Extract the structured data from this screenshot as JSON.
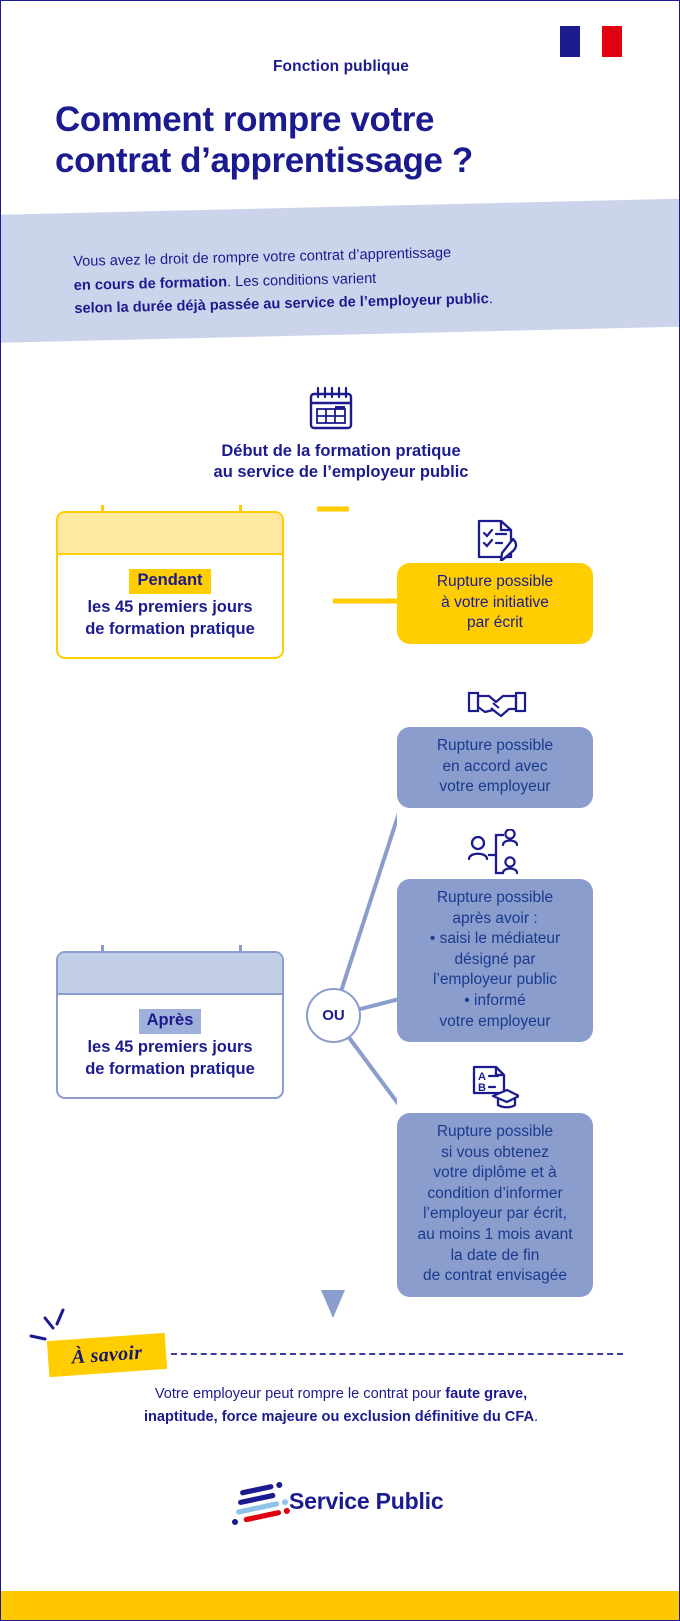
{
  "header": {
    "logo_alt": "marianne-french-republic-logo",
    "eyebrow": "Fonction publique",
    "title_line1": "Comment rompre votre",
    "title_line2": "contrat d’apprentissage ?"
  },
  "intro": {
    "line1": "Vous avez le droit de rompre votre contrat d’apprentissage",
    "line2_bold": "en cours de formation",
    "line2_rest": ". Les conditions varient",
    "line3_bold": "selon la durée déjà passée au service de l’employeur public",
    "line3_rest": "."
  },
  "timeline": {
    "start_icon": "calendar-icon",
    "start_title_line1": "Début de la formation pratique",
    "start_title_line2": "au service de l’employeur public",
    "junction_label": "OU"
  },
  "periods": [
    {
      "tag": "Pendant",
      "line1": "les 45 premiers jours",
      "line2": "de formation pratique",
      "accent": "#ffcd00"
    },
    {
      "tag": "Après",
      "line1": "les 45 premiers jours",
      "line2": "de formation pratique",
      "accent": "#8b9dcc"
    }
  ],
  "outcomes": [
    {
      "icon": "document-check-pen-icon",
      "style": "yellow",
      "lines": [
        "Rupture possible",
        "à votre initiative",
        "par écrit"
      ],
      "bullets": []
    },
    {
      "icon": "handshake-icon",
      "style": "blue",
      "lines": [
        "Rupture possible",
        "en accord avec",
        "votre employeur"
      ],
      "bullets": []
    },
    {
      "icon": "mediator-people-icon",
      "style": "blue",
      "lines": [
        "Rupture possible",
        "après avoir :"
      ],
      "bullets": [
        "saisi le médiateur désigné par l’employeur public",
        "informé votre employeur"
      ],
      "bullet_lines": [
        [
          "saisi le médiateur",
          "désigné par",
          "l’employeur public"
        ],
        [
          "informé",
          "votre employeur"
        ]
      ]
    },
    {
      "icon": "diploma-graduation-icon",
      "style": "blue",
      "lines": [
        "Rupture possible",
        "si vous obtenez",
        "votre diplôme et à",
        "condition d’informer",
        "l’employeur par écrit,",
        "au moins 1 mois avant",
        "la date de fin",
        "de contrat envisagée"
      ],
      "bullets": []
    }
  ],
  "note": {
    "badge": "À savoir",
    "line1_plain": "Votre employeur peut rompre le contrat pour ",
    "line1_bold": "faute grave,",
    "line2_bold": "inaptitude, force majeure ou exclusion définitive du CFA",
    "line2_rest": "."
  },
  "footer": {
    "brand": "Service Public",
    "logo_alt": "service-public-logo"
  },
  "colors": {
    "navy": "#1b1b8f",
    "yellow": "#ffcd00",
    "blue_light": "#8b9dcc",
    "band_blue": "#ccd4ec",
    "bottom_band": "#ffc800",
    "red": "#e1000f"
  }
}
